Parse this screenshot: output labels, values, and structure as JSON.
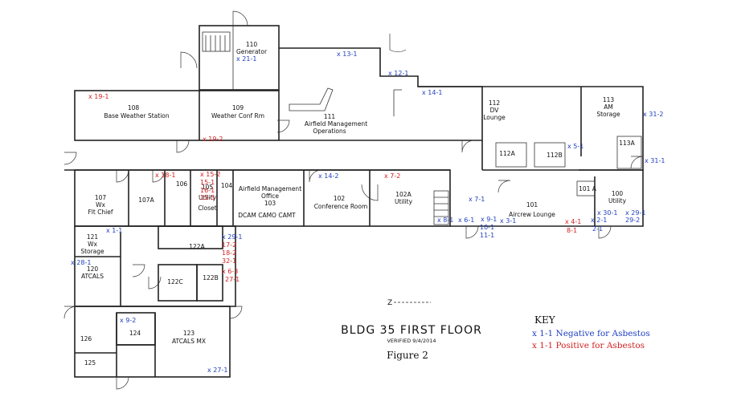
{
  "title": "BLDG 35 FIRST FLOOR",
  "verified": "VERIFIED 9/4/2014",
  "figure": "Figure 2",
  "north_arrow": "Z",
  "key": {
    "heading": "KEY",
    "negative": "x 1-1 Negative for Asbestos",
    "positive": "x 1-1 Positive for Asbestos",
    "negative_color": "#1f3fbf",
    "positive_color": "#d32020"
  },
  "rooms": [
    {
      "id": "r110",
      "lines": [
        "110",
        "Generator"
      ]
    },
    {
      "id": "r111",
      "lines": [
        "111",
        "Airfield Management",
        "Operations"
      ]
    },
    {
      "id": "r108",
      "lines": [
        "108",
        "Base Weather Station"
      ]
    },
    {
      "id": "r109",
      "lines": [
        "109",
        "Weather Conf Rm"
      ]
    },
    {
      "id": "r112",
      "lines": [
        "112",
        "DV",
        "Lounge"
      ]
    },
    {
      "id": "r113",
      "lines": [
        "113",
        "AM",
        "Storage"
      ]
    },
    {
      "id": "r112a",
      "lines": [
        "112A"
      ]
    },
    {
      "id": "r112b",
      "lines": [
        "112B"
      ]
    },
    {
      "id": "r113a",
      "lines": [
        "113A"
      ]
    },
    {
      "id": "r107",
      "lines": [
        "107",
        "Wx",
        "Flt Chief"
      ]
    },
    {
      "id": "r107a",
      "lines": [
        "107A"
      ]
    },
    {
      "id": "r106",
      "lines": [
        "106"
      ]
    },
    {
      "id": "r105",
      "lines": [
        "105",
        "Utility",
        "Closet"
      ]
    },
    {
      "id": "r104",
      "lines": [
        "104"
      ]
    },
    {
      "id": "r103",
      "lines": [
        "Airfield Management",
        "Office",
        "103",
        "DCAM CAMO CAMT"
      ]
    },
    {
      "id": "r102",
      "lines": [
        "102",
        "Conference Room"
      ]
    },
    {
      "id": "r102a",
      "lines": [
        "102A",
        "Utility"
      ]
    },
    {
      "id": "r101",
      "lines": [
        "101",
        "Aircrew Lounge"
      ]
    },
    {
      "id": "r101a",
      "lines": [
        "101 A"
      ]
    },
    {
      "id": "r100",
      "lines": [
        "100",
        "Utility"
      ]
    },
    {
      "id": "r121",
      "lines": [
        "121",
        "Wx",
        "Storage"
      ]
    },
    {
      "id": "r120",
      "lines": [
        "120",
        "ATCALS"
      ]
    },
    {
      "id": "r122a",
      "lines": [
        "122A"
      ]
    },
    {
      "id": "r122c",
      "lines": [
        "122C"
      ]
    },
    {
      "id": "r122b",
      "lines": [
        "122B"
      ]
    },
    {
      "id": "r124",
      "lines": [
        "124"
      ]
    },
    {
      "id": "r123",
      "lines": [
        "123",
        "ATCALS MX"
      ]
    },
    {
      "id": "r126",
      "lines": [
        "126"
      ]
    },
    {
      "id": "r125",
      "lines": [
        "125"
      ]
    }
  ],
  "samples": [
    {
      "id": "s21-1",
      "label": "x 21-1",
      "result": "negative"
    },
    {
      "id": "s13-1",
      "label": "x 13-1",
      "result": "negative"
    },
    {
      "id": "s12-1",
      "label": "x 12-1",
      "result": "negative"
    },
    {
      "id": "s14-1",
      "label": "x 14-1",
      "result": "negative"
    },
    {
      "id": "s19-1",
      "label": "x 19-1",
      "result": "positive"
    },
    {
      "id": "s19-2",
      "label": "x 19-2",
      "result": "positive"
    },
    {
      "id": "s31-2",
      "label": "x 31-2",
      "result": "negative"
    },
    {
      "id": "s31-1",
      "label": "x 31-1",
      "result": "negative"
    },
    {
      "id": "s5-1",
      "label": "x 5-1",
      "result": "negative"
    },
    {
      "id": "s18-1",
      "label": "x 18-1",
      "result": "positive"
    },
    {
      "id": "s15-2",
      "label": "x 15-2",
      "result": "positive"
    },
    {
      "id": "s15-1",
      "label": "15-1",
      "result": "positive"
    },
    {
      "id": "s16-1",
      "label": "16-1",
      "result": "positive"
    },
    {
      "id": "s15-3",
      "label": "15-3",
      "result": "positive"
    },
    {
      "id": "s14-2",
      "label": "x 14-2",
      "result": "negative"
    },
    {
      "id": "s7-2",
      "label": "x 7-2",
      "result": "positive"
    },
    {
      "id": "s7-1",
      "label": "x 7-1",
      "result": "negative"
    },
    {
      "id": "s8-1",
      "label": "x 8-1",
      "result": "negative"
    },
    {
      "id": "s6-1",
      "label": "x 6-1",
      "result": "negative"
    },
    {
      "id": "s9-1",
      "label": "x 9-1",
      "result": "negative"
    },
    {
      "id": "s10-1",
      "label": "10-1",
      "result": "negative"
    },
    {
      "id": "s11-1",
      "label": "11-1",
      "result": "negative"
    },
    {
      "id": "s3-1",
      "label": "x 3-1",
      "result": "negative"
    },
    {
      "id": "s4-1",
      "label": "x 4-1",
      "result": "positive"
    },
    {
      "id": "s8-1b",
      "label": "8-1",
      "result": "positive"
    },
    {
      "id": "s2-1",
      "label": "x 2-1",
      "result": "negative"
    },
    {
      "id": "s2-1b",
      "label": "2-1",
      "result": "negative"
    },
    {
      "id": "s30-1",
      "label": "x 30-1",
      "result": "negative"
    },
    {
      "id": "s29-1",
      "label": "x 29-1",
      "result": "negative"
    },
    {
      "id": "s29-2",
      "label": "29-2",
      "result": "negative"
    },
    {
      "id": "s1-1",
      "label": "x 1-1",
      "result": "negative"
    },
    {
      "id": "s29-1b",
      "label": "x 29-1",
      "result": "negative"
    },
    {
      "id": "s17-2",
      "label": "17-2",
      "result": "positive"
    },
    {
      "id": "s18-2",
      "label": "18-2",
      "result": "positive"
    },
    {
      "id": "s32-1",
      "label": "32-1",
      "result": "positive"
    },
    {
      "id": "s6-3",
      "label": "x 6-3",
      "result": "positive"
    },
    {
      "id": "s27-1",
      "label": "27-1",
      "result": "positive"
    },
    {
      "id": "s28-1",
      "label": "x 28-1",
      "result": "negative"
    },
    {
      "id": "s9-2",
      "label": "x 9-2",
      "result": "negative"
    },
    {
      "id": "s27-1b",
      "label": "x 27-1",
      "result": "negative"
    }
  ]
}
